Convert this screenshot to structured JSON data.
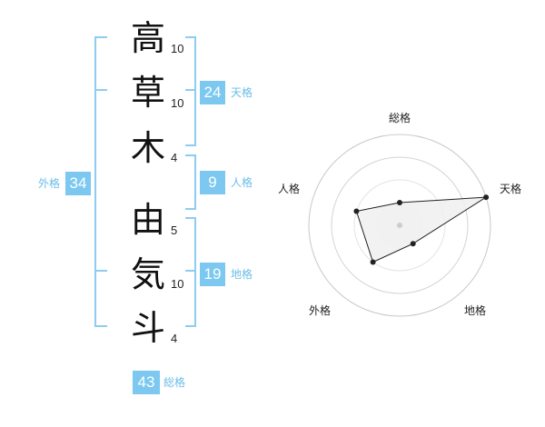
{
  "characters": [
    {
      "char": "高",
      "strokes": "10"
    },
    {
      "char": "草",
      "strokes": "10"
    },
    {
      "char": "木",
      "strokes": "4"
    },
    {
      "char": "由",
      "strokes": "5"
    },
    {
      "char": "気",
      "strokes": "10"
    },
    {
      "char": "斗",
      "strokes": "4"
    }
  ],
  "fortune": {
    "tenkaku": {
      "value": "24",
      "label": "天格"
    },
    "jinkaku": {
      "value": "9",
      "label": "人格"
    },
    "chikaku": {
      "value": "19",
      "label": "地格"
    },
    "gaikaku": {
      "value": "34",
      "label": "外格"
    },
    "soukaku": {
      "value": "43",
      "label": "総格"
    }
  },
  "colors": {
    "accent": "#7cc8f0",
    "bracket": "#8ccdf0"
  },
  "chart_data": {
    "type": "radar",
    "axes": [
      "総格",
      "天格",
      "地格",
      "外格",
      "人格"
    ],
    "levels": 4,
    "range": [
      0,
      4
    ],
    "values": [
      1,
      4,
      1,
      2,
      2
    ]
  }
}
